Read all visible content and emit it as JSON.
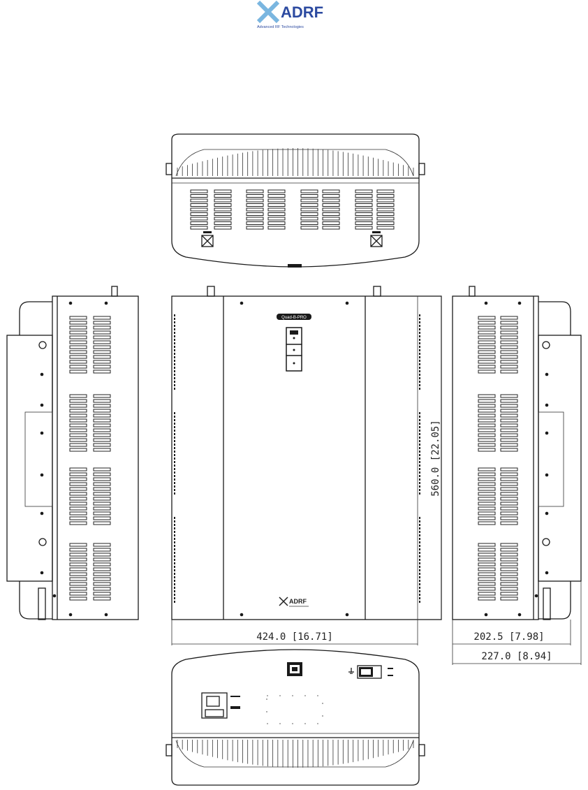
{
  "header": {
    "logo_text": "ADRF",
    "logo_tagline": "Advanced RF Technologies",
    "logo_color": "#2c4aa0",
    "logo_mark_color": "#7ab6e0"
  },
  "front_view": {
    "product_badge_text": "Quad-B-PRO",
    "brand_badge_text": "ADRF"
  },
  "dimensions": {
    "width": "424.0 [16.71]",
    "height": "560.0 [22.05]",
    "depth_body": "202.5 [7.98]",
    "depth_overall": "227.0 [8.94]"
  }
}
